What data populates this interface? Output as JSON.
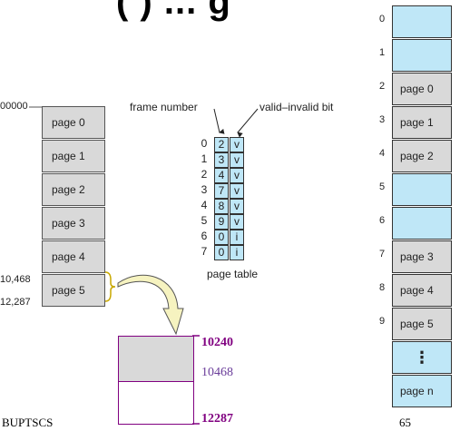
{
  "title_fragment": "(  ) ... g",
  "logical_memory": {
    "start_address": "00000",
    "pages": [
      "page 0",
      "page 1",
      "page 2",
      "page 3",
      "page 4",
      "page 5"
    ],
    "addr_10468": "10,468",
    "addr_end": "12,287"
  },
  "page_table": {
    "header_frame": "frame number",
    "header_bit": "valid–invalid bit",
    "caption": "page table",
    "rows": [
      {
        "index": "0",
        "frame": "2",
        "bit": "v"
      },
      {
        "index": "1",
        "frame": "3",
        "bit": "v"
      },
      {
        "index": "2",
        "frame": "4",
        "bit": "v"
      },
      {
        "index": "3",
        "frame": "7",
        "bit": "v"
      },
      {
        "index": "4",
        "frame": "8",
        "bit": "v"
      },
      {
        "index": "5",
        "frame": "9",
        "bit": "v"
      },
      {
        "index": "6",
        "frame": "0",
        "bit": "i"
      },
      {
        "index": "7",
        "frame": "0",
        "bit": "i"
      }
    ]
  },
  "page5_detail": {
    "top": "10240",
    "middle": "10468",
    "bottom": "12287",
    "top_color": "#800080",
    "middle_color": "#6a3d9a"
  },
  "physical_memory": {
    "frames": [
      {
        "index": "0",
        "label": ""
      },
      {
        "index": "1",
        "label": ""
      },
      {
        "index": "2",
        "label": "page 0"
      },
      {
        "index": "3",
        "label": "page 1"
      },
      {
        "index": "4",
        "label": "page 2"
      },
      {
        "index": "5",
        "label": ""
      },
      {
        "index": "6",
        "label": ""
      },
      {
        "index": "7",
        "label": "page 3"
      },
      {
        "index": "8",
        "label": "page 4"
      },
      {
        "index": "9",
        "label": "page 5"
      },
      {
        "index": "",
        "label": "⋮"
      },
      {
        "index": "",
        "label": "page n"
      }
    ]
  },
  "footer": {
    "left": "BUPTSCS",
    "right": "65"
  },
  "colors": {
    "used": "#d9d9d9",
    "free": "#bfe7f7",
    "purple": "#800080"
  }
}
